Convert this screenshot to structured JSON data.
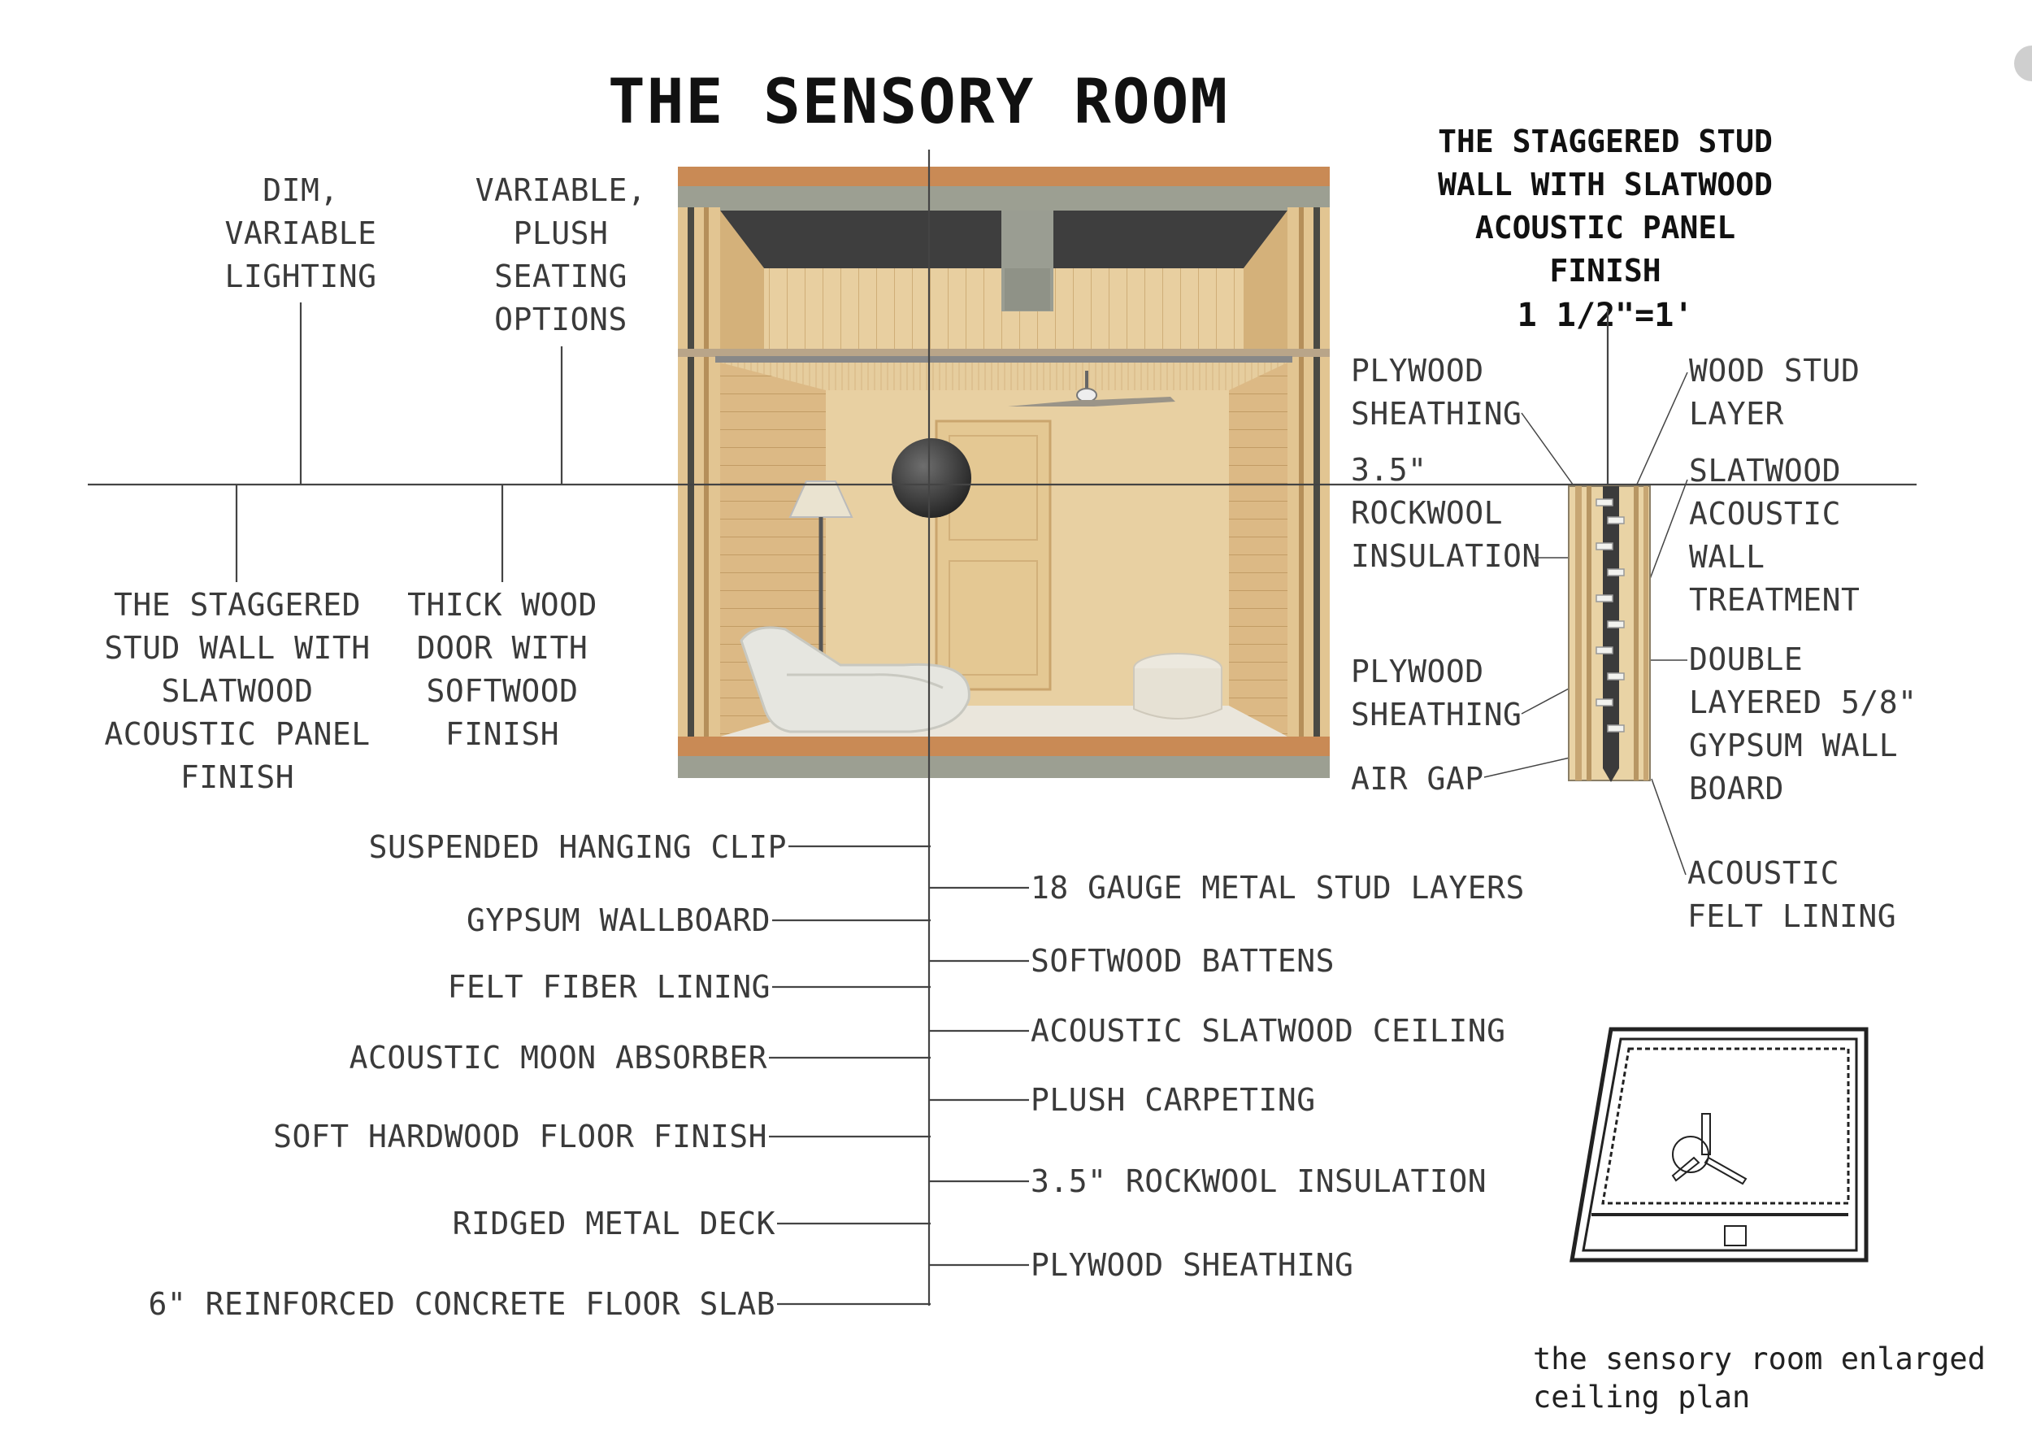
{
  "title": "THE SENSORY ROOM",
  "detail": {
    "title": "THE STAGGERED STUD\nWALL WITH SLATWOOD\nACOUSTIC PANEL\nFINISH",
    "scale": "1 1/2\"=1'"
  },
  "upper_left_labels": {
    "lighting": "DIM,\nVARIABLE\nLIGHTING",
    "seating": "VARIABLE,\nPLUSH\nSEATING\nOPTIONS"
  },
  "lower_left_labels": {
    "wall": "THE STAGGERED\nSTUD WALL WITH\nSLATWOOD\nACOUSTIC PANEL\nFINISH",
    "door": "THICK WOOD\nDOOR WITH\nSOFTWOOD\nFINISH"
  },
  "materials_left": [
    "SUSPENDED HANGING CLIP",
    "GYPSUM WALLBOARD",
    "FELT FIBER LINING",
    "ACOUSTIC MOON ABSORBER",
    "SOFT HARDWOOD FLOOR FINISH",
    "RIDGED METAL DECK",
    "6\" REINFORCED CONCRETE FLOOR SLAB"
  ],
  "materials_right": [
    "18 GAUGE METAL STUD LAYERS",
    "SOFTWOOD BATTENS",
    "ACOUSTIC SLATWOOD CEILING",
    "PLUSH CARPETING",
    "3.5\" ROCKWOOL INSULATION",
    "PLYWOOD SHEATHING"
  ],
  "detail_left_labels": {
    "plywood_top": "PLYWOOD\nSHEATHING",
    "rockwool": "3.5\"\nROCKWOOL\nINSULATION",
    "plywood_bottom": "PLYWOOD\nSHEATHING",
    "air_gap": "AIR GAP"
  },
  "detail_right_labels": {
    "wood_stud": "WOOD STUD\nLAYER",
    "slatwood": "SLATWOOD\nACOUSTIC\nWALL\nTREATMENT",
    "gypsum": "DOUBLE\nLAYERED 5/8\"\nGYPSUM WALL\nBOARD",
    "felt": "ACOUSTIC\nFELT LINING"
  },
  "caption": "the sensory room enlarged\nceiling plan",
  "colors": {
    "wood_light": "#e8cfa0",
    "wood_mid": "#d9b47e",
    "concrete": "#a8ab9e",
    "ceiling_dark": "#3e3e3e",
    "floor_trim": "#c98a55",
    "line": "#444444"
  }
}
